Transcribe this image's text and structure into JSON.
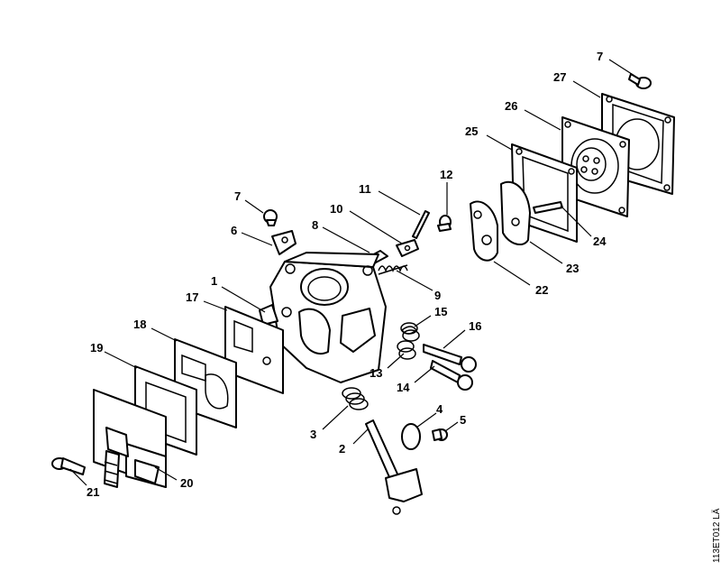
{
  "callouts": [
    {
      "id": "c1",
      "text": "1"
    },
    {
      "id": "c2",
      "text": "2"
    },
    {
      "id": "c3",
      "text": "3"
    },
    {
      "id": "c4",
      "text": "4"
    },
    {
      "id": "c5",
      "text": "5"
    },
    {
      "id": "c6",
      "text": "6"
    },
    {
      "id": "c7a",
      "text": "7"
    },
    {
      "id": "c7b",
      "text": "7"
    },
    {
      "id": "c8",
      "text": "8"
    },
    {
      "id": "c9",
      "text": "9"
    },
    {
      "id": "c10",
      "text": "10"
    },
    {
      "id": "c11",
      "text": "11"
    },
    {
      "id": "c12",
      "text": "12"
    },
    {
      "id": "c13",
      "text": "13"
    },
    {
      "id": "c14",
      "text": "14"
    },
    {
      "id": "c15",
      "text": "15"
    },
    {
      "id": "c16",
      "text": "16"
    },
    {
      "id": "c17",
      "text": "17"
    },
    {
      "id": "c18",
      "text": "18"
    },
    {
      "id": "c19",
      "text": "19"
    },
    {
      "id": "c20",
      "text": "20"
    },
    {
      "id": "c21",
      "text": "21"
    },
    {
      "id": "c22",
      "text": "22"
    },
    {
      "id": "c23",
      "text": "23"
    },
    {
      "id": "c24",
      "text": "24"
    },
    {
      "id": "c25",
      "text": "25"
    },
    {
      "id": "c26",
      "text": "26"
    },
    {
      "id": "c27",
      "text": "27"
    }
  ],
  "drawing_code": "113ET012 LÄ",
  "colors": {
    "ink": "#000000",
    "paper": "#ffffff"
  }
}
